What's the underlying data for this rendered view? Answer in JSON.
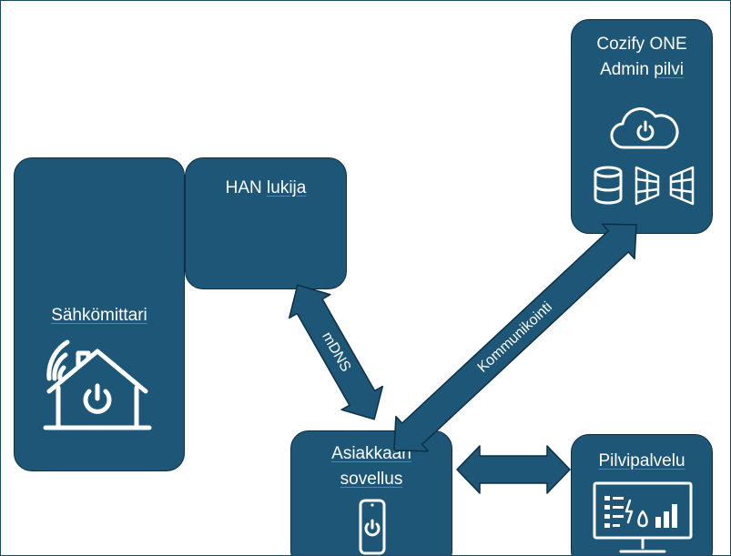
{
  "diagram": {
    "colors": {
      "box_fill": "#1d5676",
      "box_border": "#0f2f42",
      "text": "#ffffff",
      "spell_underline": "#d9534f",
      "canvas_border": "#1c4a64"
    },
    "nodes": {
      "sahkomittari": {
        "label": "Sähkömittari",
        "icon": "smart-home-icon"
      },
      "han": {
        "word1": "HAN",
        "word2": "lukija"
      },
      "cloud_admin": {
        "line1": "Cozify ONE",
        "line2_a": "Admin",
        "line2_b": "pilvi",
        "icons": [
          "cloud-power-icon",
          "database-icon",
          "firewall-icon",
          "firewall-icon"
        ]
      },
      "app": {
        "line1": "Asiakkaan",
        "line2": "sovellus",
        "icon": "phone-power-icon"
      },
      "pilvipalvelu": {
        "label": "Pilvipalvelu",
        "icon": "dashboard-monitor-icon"
      }
    },
    "edges": {
      "mdns": {
        "label": "mDNS",
        "from": "HAN lukija",
        "to": "Asiakkaan sovellus",
        "direction": "bidirectional"
      },
      "kommunikointi": {
        "label": "Kommunikointi",
        "from": "Asiakkaan sovellus",
        "to": "Cozify ONE Admin pilvi",
        "direction": "bidirectional"
      },
      "app_cloud": {
        "from": "Asiakkaan sovellus",
        "to": "Pilvipalvelu",
        "direction": "bidirectional"
      }
    }
  }
}
